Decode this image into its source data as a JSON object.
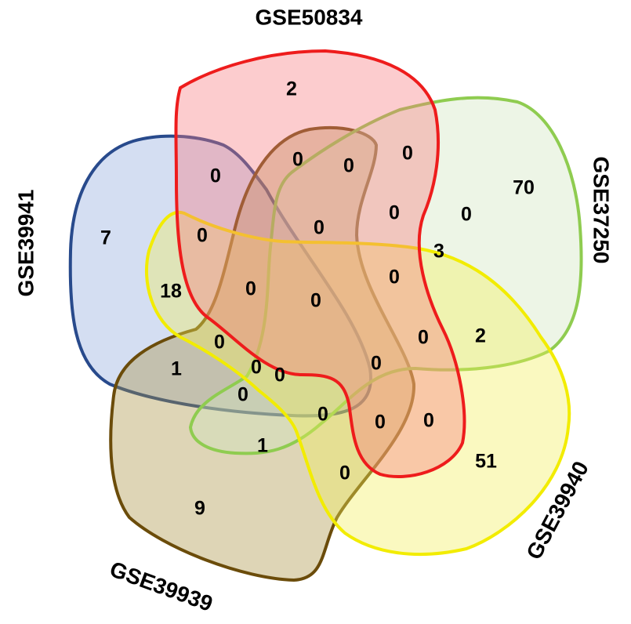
{
  "sets": [
    {
      "id": "gse50834",
      "label": "GSE50834",
      "stroke": "#ee1c1c",
      "fill": "#f7797e"
    },
    {
      "id": "gse37250",
      "label": "GSE37250",
      "stroke": "#8fcc50",
      "fill": "#cfe6bd"
    },
    {
      "id": "gse39940",
      "label": "GSE39940",
      "stroke": "#f2ec00",
      "fill": "#f2ee5a"
    },
    {
      "id": "gse39939",
      "label": "GSE39939",
      "stroke": "#6b4c0a",
      "fill": "#a9913f"
    },
    {
      "id": "gse39941",
      "label": "GSE39941",
      "stroke": "#284a8c",
      "fill": "#8fa9dc"
    }
  ],
  "regions": [
    {
      "id": "only-50834",
      "count": "2"
    },
    {
      "id": "only-37250",
      "count": "70"
    },
    {
      "id": "only-39940",
      "count": "51"
    },
    {
      "id": "only-39939",
      "count": "9"
    },
    {
      "id": "only-39941",
      "count": "7"
    },
    {
      "id": "r-a",
      "count": "0"
    },
    {
      "id": "r-b",
      "count": "0"
    },
    {
      "id": "r-c",
      "count": "0"
    },
    {
      "id": "r-d",
      "count": "0"
    },
    {
      "id": "r-e",
      "count": "0"
    },
    {
      "id": "r-f",
      "count": "0"
    },
    {
      "id": "r-g",
      "count": "0"
    },
    {
      "id": "r-h",
      "count": "0"
    },
    {
      "id": "r-i",
      "count": "18"
    },
    {
      "id": "r-j",
      "count": "0"
    },
    {
      "id": "r-k",
      "count": "0"
    },
    {
      "id": "r-l",
      "count": "0"
    },
    {
      "id": "r-m",
      "count": "3"
    },
    {
      "id": "r-n",
      "count": "2"
    },
    {
      "id": "r-o",
      "count": "0"
    },
    {
      "id": "r-p",
      "count": "0"
    },
    {
      "id": "r-q",
      "count": "1"
    },
    {
      "id": "r-r",
      "count": "0"
    },
    {
      "id": "r-s",
      "count": "0"
    },
    {
      "id": "r-t",
      "count": "0"
    },
    {
      "id": "r-u",
      "count": "0"
    },
    {
      "id": "r-v",
      "count": "0"
    },
    {
      "id": "r-w",
      "count": "0"
    },
    {
      "id": "r-x",
      "count": "1"
    },
    {
      "id": "r-y",
      "count": "0"
    }
  ]
}
